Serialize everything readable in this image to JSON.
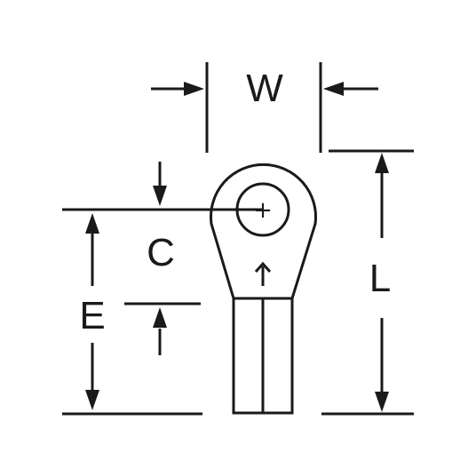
{
  "labels": {
    "width": "W",
    "length": "L",
    "center_to_end": "C",
    "extension": "E",
    "center_mark": "+"
  },
  "colors": {
    "line": "#1a1a1a",
    "background": "#ffffff"
  }
}
